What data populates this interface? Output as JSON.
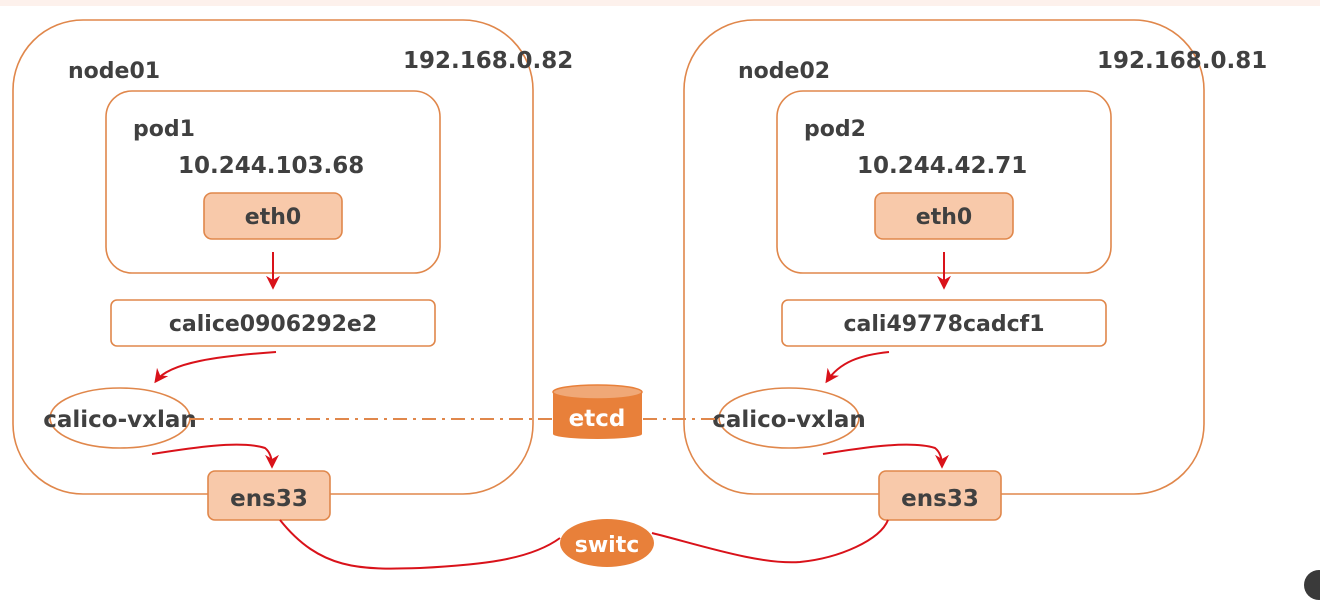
{
  "colors": {
    "border": "#e0874b",
    "iface_fill": "#f8c9aa",
    "accent": "#e8803a",
    "arrow": "#d9121a",
    "text": "#404040"
  },
  "nodes": [
    {
      "name": "node01",
      "ip": "192.168.0.82",
      "pod": {
        "name": "pod1",
        "ip": "10.244.103.68",
        "iface": "eth0"
      },
      "veth": "calice0906292e2",
      "vxlan": "calico-vxlan",
      "nic": "ens33"
    },
    {
      "name": "node02",
      "ip": "192.168.0.81",
      "pod": {
        "name": "pod2",
        "ip": "10.244.42.71",
        "iface": "eth0"
      },
      "veth": "cali49778cadcf1",
      "vxlan": "calico-vxlan",
      "nic": "ens33"
    }
  ],
  "etcd": {
    "label": "etcd",
    "icon": "database-cylinder-icon"
  },
  "switch": {
    "label": "switc"
  }
}
